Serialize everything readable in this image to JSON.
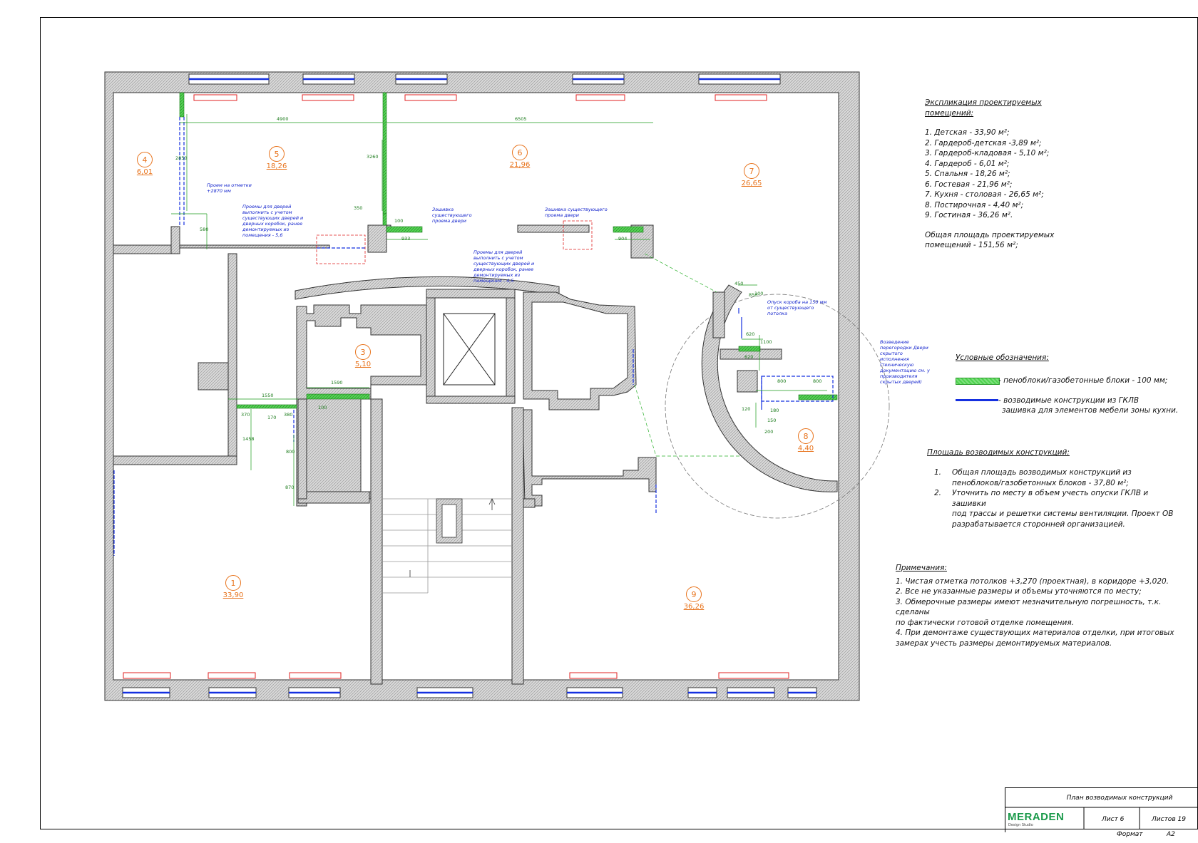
{
  "colors": {
    "wall_hatch": "#cfcfcf",
    "green_block": "#4fd24f",
    "blue_gklv": "#1530e0",
    "room_label": "#e8731c",
    "radiator": "#e02020",
    "window": "#1530e0"
  },
  "rooms": [
    {
      "num": "1",
      "area": "33,90"
    },
    {
      "num": "3",
      "area": "5,10"
    },
    {
      "num": "4",
      "area": "6,01"
    },
    {
      "num": "5",
      "area": "18,26"
    },
    {
      "num": "6",
      "area": "21,96"
    },
    {
      "num": "7",
      "area": "26,65"
    },
    {
      "num": "8",
      "area": "4,40"
    },
    {
      "num": "9",
      "area": "36,26"
    }
  ],
  "explication": {
    "title_line1": "Экспликация проектируемых",
    "title_line2": "помещений:",
    "items": [
      "1. Детская - 33,90 м²;",
      "2. Гардероб-детская -3,89 м²;",
      "3. Гардероб-кладовая - 5,10 м²;",
      "4. Гардероб - 6,01 м²;",
      "5. Спальня - 18,26 м²;",
      "6. Гостевая - 21,96 м²;",
      "7. Кухня - столовая - 26,65 м²;",
      "8. Постирочная - 4,40 м²;",
      "9. Гостиная - 36,26 м²."
    ],
    "total_line1": "Общая площадь проектируемых",
    "total_line2": "помещений - 151,56 м²;"
  },
  "legend": {
    "title": "Условные обозначения:",
    "green": "- пеноблоки/газобетонные блоки - 100 мм;",
    "blue_line1": "- возводимые конструкции из ГКЛВ",
    "blue_line2": "зашивка для элементов мебели зоны кухни."
  },
  "area": {
    "title": "Площадь возводимых конструкций:",
    "items": [
      {
        "n": "1.",
        "lines": [
          "Общая площадь возводимых конструкций из",
          "пеноблоков/газобетонных блоков - 37,80 м²;"
        ]
      },
      {
        "n": "2.",
        "lines": [
          "Уточнить по месту в объем учесть опуски ГКЛВ и зашивки",
          "под трассы и решетки системы вентиляции. Проект ОВ",
          "разрабатывается сторонней организацией."
        ]
      }
    ]
  },
  "notes": {
    "title": "Примечания:",
    "lines": [
      "1. Чистая отметка потолков +3,270 (проектная), в коридоре +3,020.",
      "2. Все не указанные размеры и объемы уточняются по месту;",
      "3. Обмерочные размеры имеют незначительную погрешность, т.к. сделаны",
      "по фактически готовой отделке помещения.",
      "4. При демонтаже существующих материалов отделки, при итоговых",
      "замерах учесть размеры демонтируемых материалов."
    ]
  },
  "annotations": {
    "opening_mark": "Проем на отметки +2870 мм",
    "door_openings_1": "Проемы для дверей выполнить с учетом существующих дверей и дверных коробок, ранее демонтируемых из помещения - 5,6",
    "fill_existing_1": "Зашивка существующего проема двери",
    "fill_existing_2": "Зашивка существующего проема двери",
    "door_openings_2": "Проемы для дверей выполнить с учетом существующих дверей и дверных коробок, ранее демонтируемых из помещения - 4,5",
    "box_drop": "Опуск короба на 150 мм от существующего потолка",
    "partition": "Возведение перегородки Двери скрытого исполнения (техническую документацию см. у производителя скрытых дверей)"
  },
  "dimensions": [
    "4900",
    "6505",
    "2850",
    "3260",
    "580",
    "100",
    "350",
    "933",
    "904",
    "1550",
    "1590",
    "370",
    "380",
    "100",
    "1458",
    "800",
    "170",
    "870",
    "450",
    "100",
    "620",
    "1100",
    "620",
    "800",
    "800",
    "120",
    "150",
    "200",
    "180",
    "850"
  ],
  "title_block": {
    "sheet_title": "План возводимых конструкций",
    "logo": "MERADEN",
    "logo_sub": "Design Studio",
    "sheet": "Лист 6",
    "sheets": "Листов 19",
    "format_label": "Формат",
    "format_value": "А2"
  }
}
